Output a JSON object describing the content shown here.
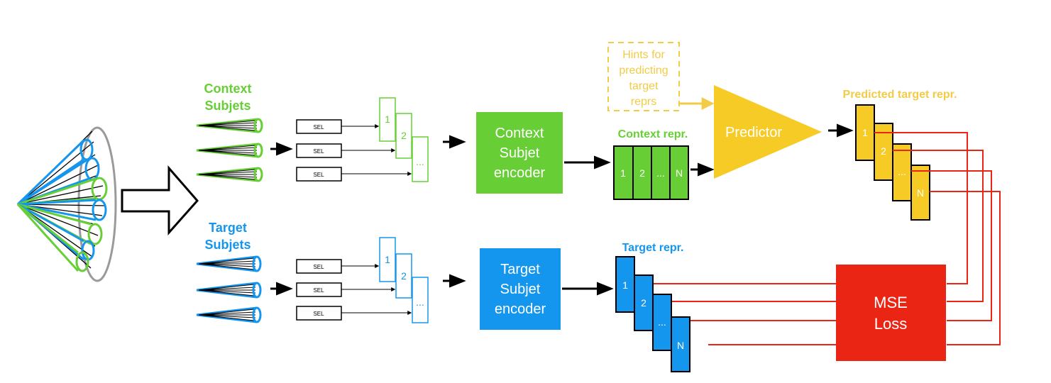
{
  "context_subjets_label": [
    "Context",
    "Subjets"
  ],
  "target_subjets_label": [
    "Target",
    "Subjets"
  ],
  "sel_label": "SEL",
  "context_encoder_label": [
    "Context",
    "Subjet",
    "encoder"
  ],
  "target_encoder_label": [
    "Target",
    "Subjet",
    "encoder"
  ],
  "context_repr_label": "Context repr.",
  "target_repr_label": "Target repr.",
  "predicted_repr_label": "Predicted target repr.",
  "predictor_label": "Predictor",
  "hints_label": [
    "Hints for",
    "predicting",
    "target",
    "reprs"
  ],
  "loss_label": [
    "MSE",
    "Loss"
  ],
  "stack_indices": [
    "1",
    "2",
    "..."
  ],
  "repr_indices": [
    "1",
    "2",
    "...",
    "N"
  ],
  "colors": {
    "context": "#67cf35",
    "target": "#1596ee",
    "predicted": "#f7cb25",
    "hints": "#f2cb47",
    "loss": "#eb2514",
    "gray": "#9a9a9a"
  }
}
